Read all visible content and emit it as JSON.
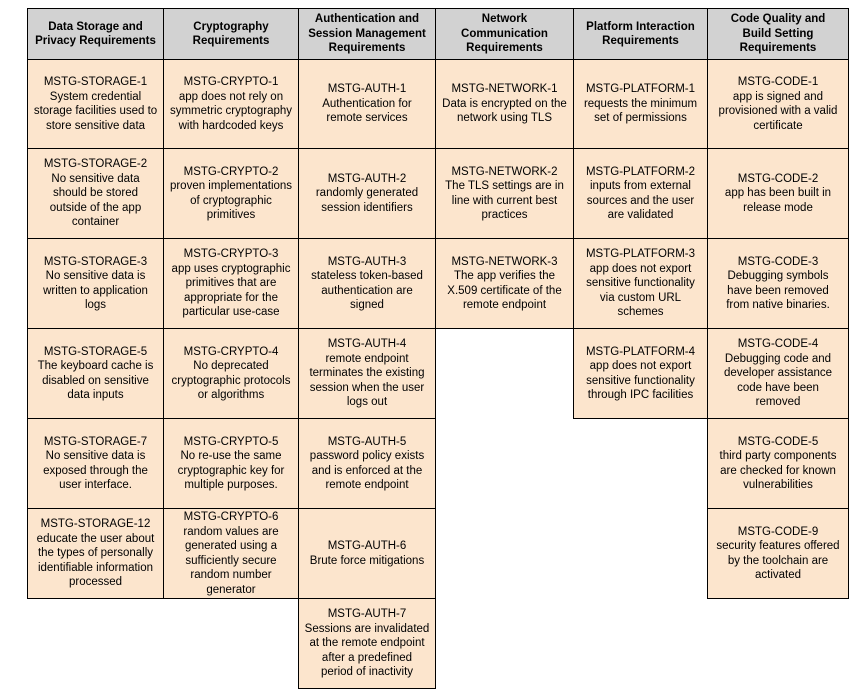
{
  "colors": {
    "header_bg": "#d2d2d2",
    "cell_bg": "#fce5cd",
    "border": "#000000",
    "text": "#000000",
    "page_bg": "#ffffff"
  },
  "table": {
    "columns": [
      {
        "header": "Data Storage and\nPrivacy Requirements",
        "cells": [
          {
            "id": "MSTG-STORAGE-1",
            "desc": "System credential\nstorage facilities used to\nstore sensitive data"
          },
          {
            "id": "MSTG-STORAGE-2",
            "desc": "No sensitive data\nshould be stored\noutside of the app\ncontainer"
          },
          {
            "id": "MSTG-STORAGE-3",
            "desc": "No sensitive data is\nwritten to application\nlogs"
          },
          {
            "id": "MSTG-STORAGE-5",
            "desc": "The keyboard cache is\ndisabled on sensitive\ndata inputs"
          },
          {
            "id": "MSTG-STORAGE-7",
            "desc": "No sensitive data is\nexposed through the\nuser interface."
          },
          {
            "id": "MSTG-STORAGE-12",
            "desc": "educate the user about\nthe types of personally\nidentifiable information\nprocessed"
          }
        ]
      },
      {
        "header": "Cryptography\nRequirements",
        "cells": [
          {
            "id": "MSTG-CRYPTO-1",
            "desc": "app does not rely on\nsymmetric cryptography\nwith hardcoded keys"
          },
          {
            "id": "MSTG-CRYPTO-2",
            "desc": "proven implementations\nof cryptographic\nprimitives"
          },
          {
            "id": "MSTG-CRYPTO-3",
            "desc": "app uses cryptographic\nprimitives that are\nappropriate for the\nparticular use-case"
          },
          {
            "id": "MSTG-CRYPTO-4",
            "desc": "No deprecated\ncryptographic protocols\nor algorithms"
          },
          {
            "id": "MSTG-CRYPTO-5",
            "desc": "No re-use the same\ncryptographic key for\nmultiple purposes."
          },
          {
            "id": "MSTG-CRYPTO-6",
            "desc": "random values are\ngenerated using a\nsufficiently secure\nrandom number\ngenerator"
          }
        ]
      },
      {
        "header": "Authentication and\nSession Management\nRequirements",
        "cells": [
          {
            "id": "MSTG-AUTH-1",
            "desc": "Authentication for\nremote services"
          },
          {
            "id": "MSTG-AUTH-2",
            "desc": "randomly generated\nsession identifiers"
          },
          {
            "id": "MSTG-AUTH-3",
            "desc": "stateless token-based\nauthentication are\nsigned"
          },
          {
            "id": "MSTG-AUTH-4",
            "desc": "remote endpoint\nterminates the existing\nsession when the user\nlogs out"
          },
          {
            "id": "MSTG-AUTH-5",
            "desc": "password policy exists\nand is enforced at the\nremote endpoint"
          },
          {
            "id": "MSTG-AUTH-6",
            "desc": "Brute force mitigations"
          },
          {
            "id": "MSTG-AUTH-7",
            "desc": "Sessions are invalidated\nat the remote endpoint\nafter a predefined\nperiod of inactivity"
          }
        ]
      },
      {
        "header": "Network\nCommunication\nRequirements",
        "cells": [
          {
            "id": "MSTG-NETWORK-1",
            "desc": "Data is encrypted on the\nnetwork using TLS"
          },
          {
            "id": "MSTG-NETWORK-2",
            "desc": "The TLS settings are in\nline with current best\npractices"
          },
          {
            "id": "MSTG-NETWORK-3",
            "desc": "The app verifies the\nX.509 certificate of the\nremote endpoint"
          }
        ]
      },
      {
        "header": "Platform Interaction\nRequirements",
        "cells": [
          {
            "id": "MSTG-PLATFORM-1",
            "desc": "requests the minimum\nset of permissions"
          },
          {
            "id": "MSTG-PLATFORM-2",
            "desc": "inputs from external\nsources and the user\nare validated"
          },
          {
            "id": "MSTG-PLATFORM-3",
            "desc": "app does not export\nsensitive functionality\nvia custom URL\nschemes"
          },
          {
            "id": "MSTG-PLATFORM-4",
            "desc": "app does not export\nsensitive functionality\nthrough IPC facilities"
          }
        ]
      },
      {
        "header": "Code Quality and\nBuild Setting\nRequirements",
        "cells": [
          {
            "id": "MSTG-CODE-1",
            "desc": "app is signed and\nprovisioned with a valid\ncertificate"
          },
          {
            "id": "MSTG-CODE-2",
            "desc": "app has been built in\nrelease mode"
          },
          {
            "id": "MSTG-CODE-3",
            "desc": "Debugging symbols\nhave been removed\nfrom native binaries."
          },
          {
            "id": "MSTG-CODE-4",
            "desc": "Debugging code and\ndeveloper assistance\ncode have been\nremoved"
          },
          {
            "id": "MSTG-CODE-5",
            "desc": "third party components\nare checked for known\nvulnerabilities"
          },
          {
            "id": "MSTG-CODE-9",
            "desc": "security features offered\nby the toolchain are\nactivated"
          }
        ]
      }
    ]
  }
}
